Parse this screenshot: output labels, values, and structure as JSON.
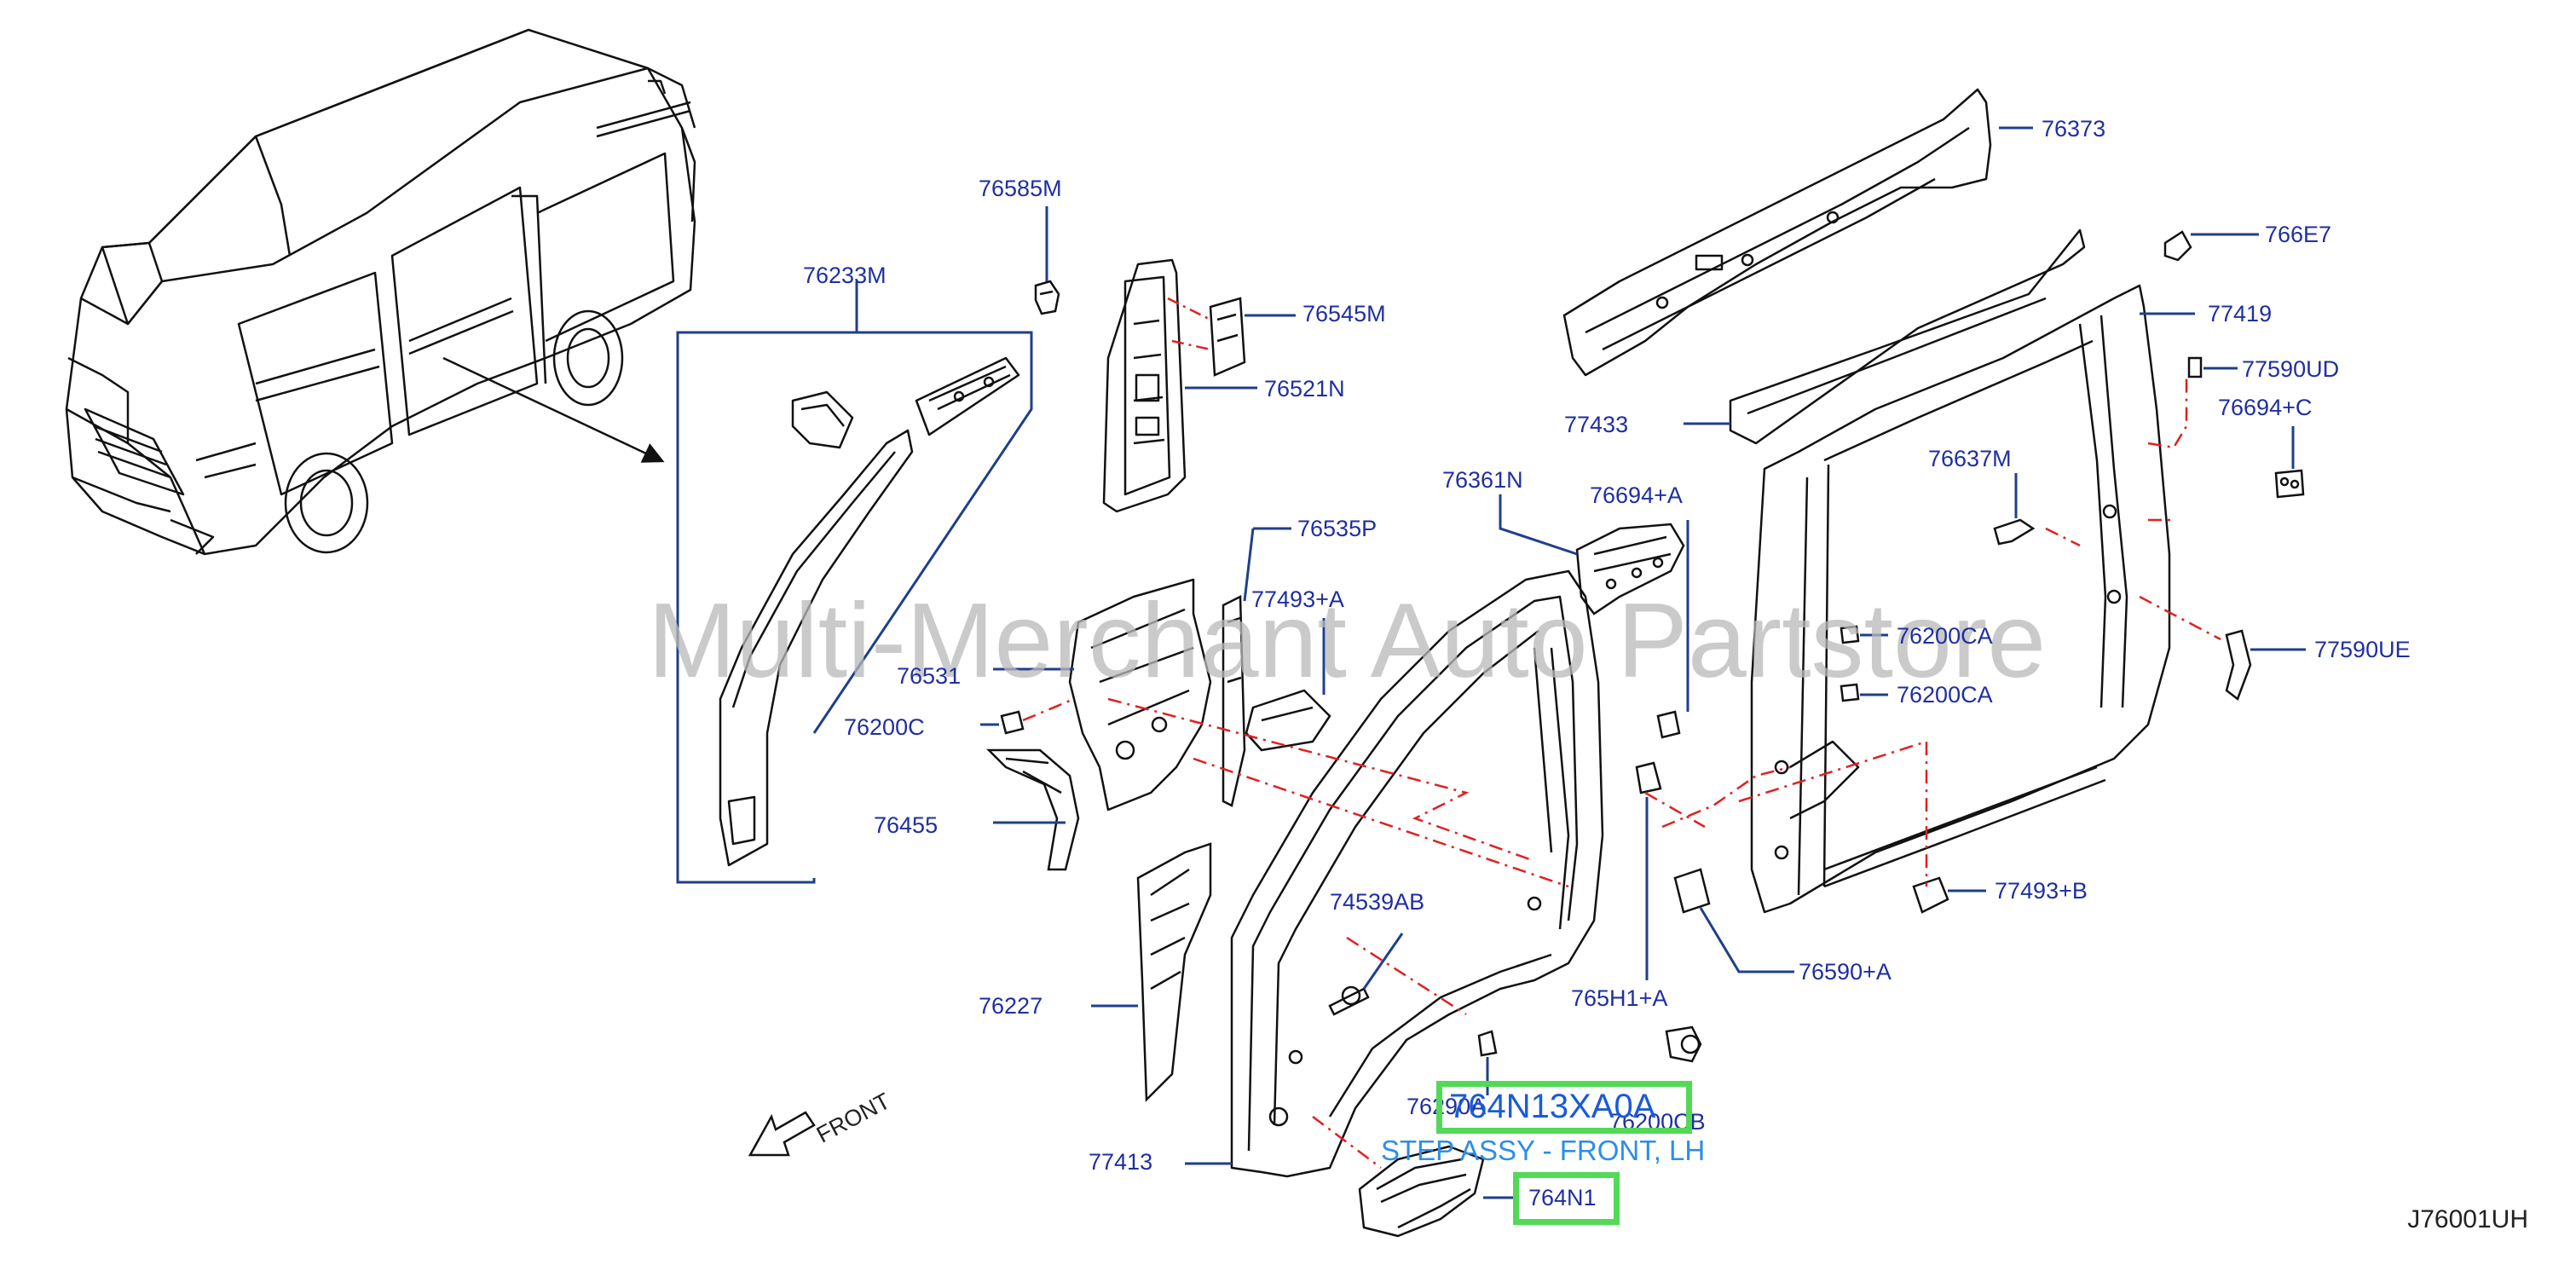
{
  "watermark": "Multi-Merchant Auto Partstore",
  "diagram_code": "J76001UH",
  "front_label": "FRONT",
  "highlight": {
    "part_number": "764N13XA0A",
    "description": "STEP ASSY - FRONT, LH",
    "callout": "764N1"
  },
  "labels": {
    "l_76233M": "76233M",
    "l_76585M": "76585M",
    "l_76545M": "76545M",
    "l_76521N": "76521N",
    "l_76535P": "76535P",
    "l_77493A": "77493+A",
    "l_76531": "76531",
    "l_76200C": "76200C",
    "l_76455": "76455",
    "l_76227": "76227",
    "l_77413": "77413",
    "l_74539AB": "74539AB",
    "l_76290A": "76290A",
    "l_76200CB": "76200CB",
    "l_765H1A": "765H1+A",
    "l_76361N": "76361N",
    "l_76694A": "76694+A",
    "l_77433": "77433",
    "l_76373": "76373",
    "l_766E7": "766E7",
    "l_77419": "77419",
    "l_77590UD": "77590UD",
    "l_76694C": "76694+C",
    "l_76637M": "76637M",
    "l_76200CA_1": "76200CA",
    "l_76200CA_2": "76200CA",
    "l_77590UE": "77590UE",
    "l_77493B": "77493+B",
    "l_76590A": "76590+A"
  },
  "colors": {
    "label_blue": "#1f2fa0",
    "leader_blue": "#1f3f8a",
    "dash_red": "#e02020",
    "highlight_green": "#52d957",
    "highlight_text": "#1a5bd6",
    "watermark_grey": "#b9b9b9"
  }
}
